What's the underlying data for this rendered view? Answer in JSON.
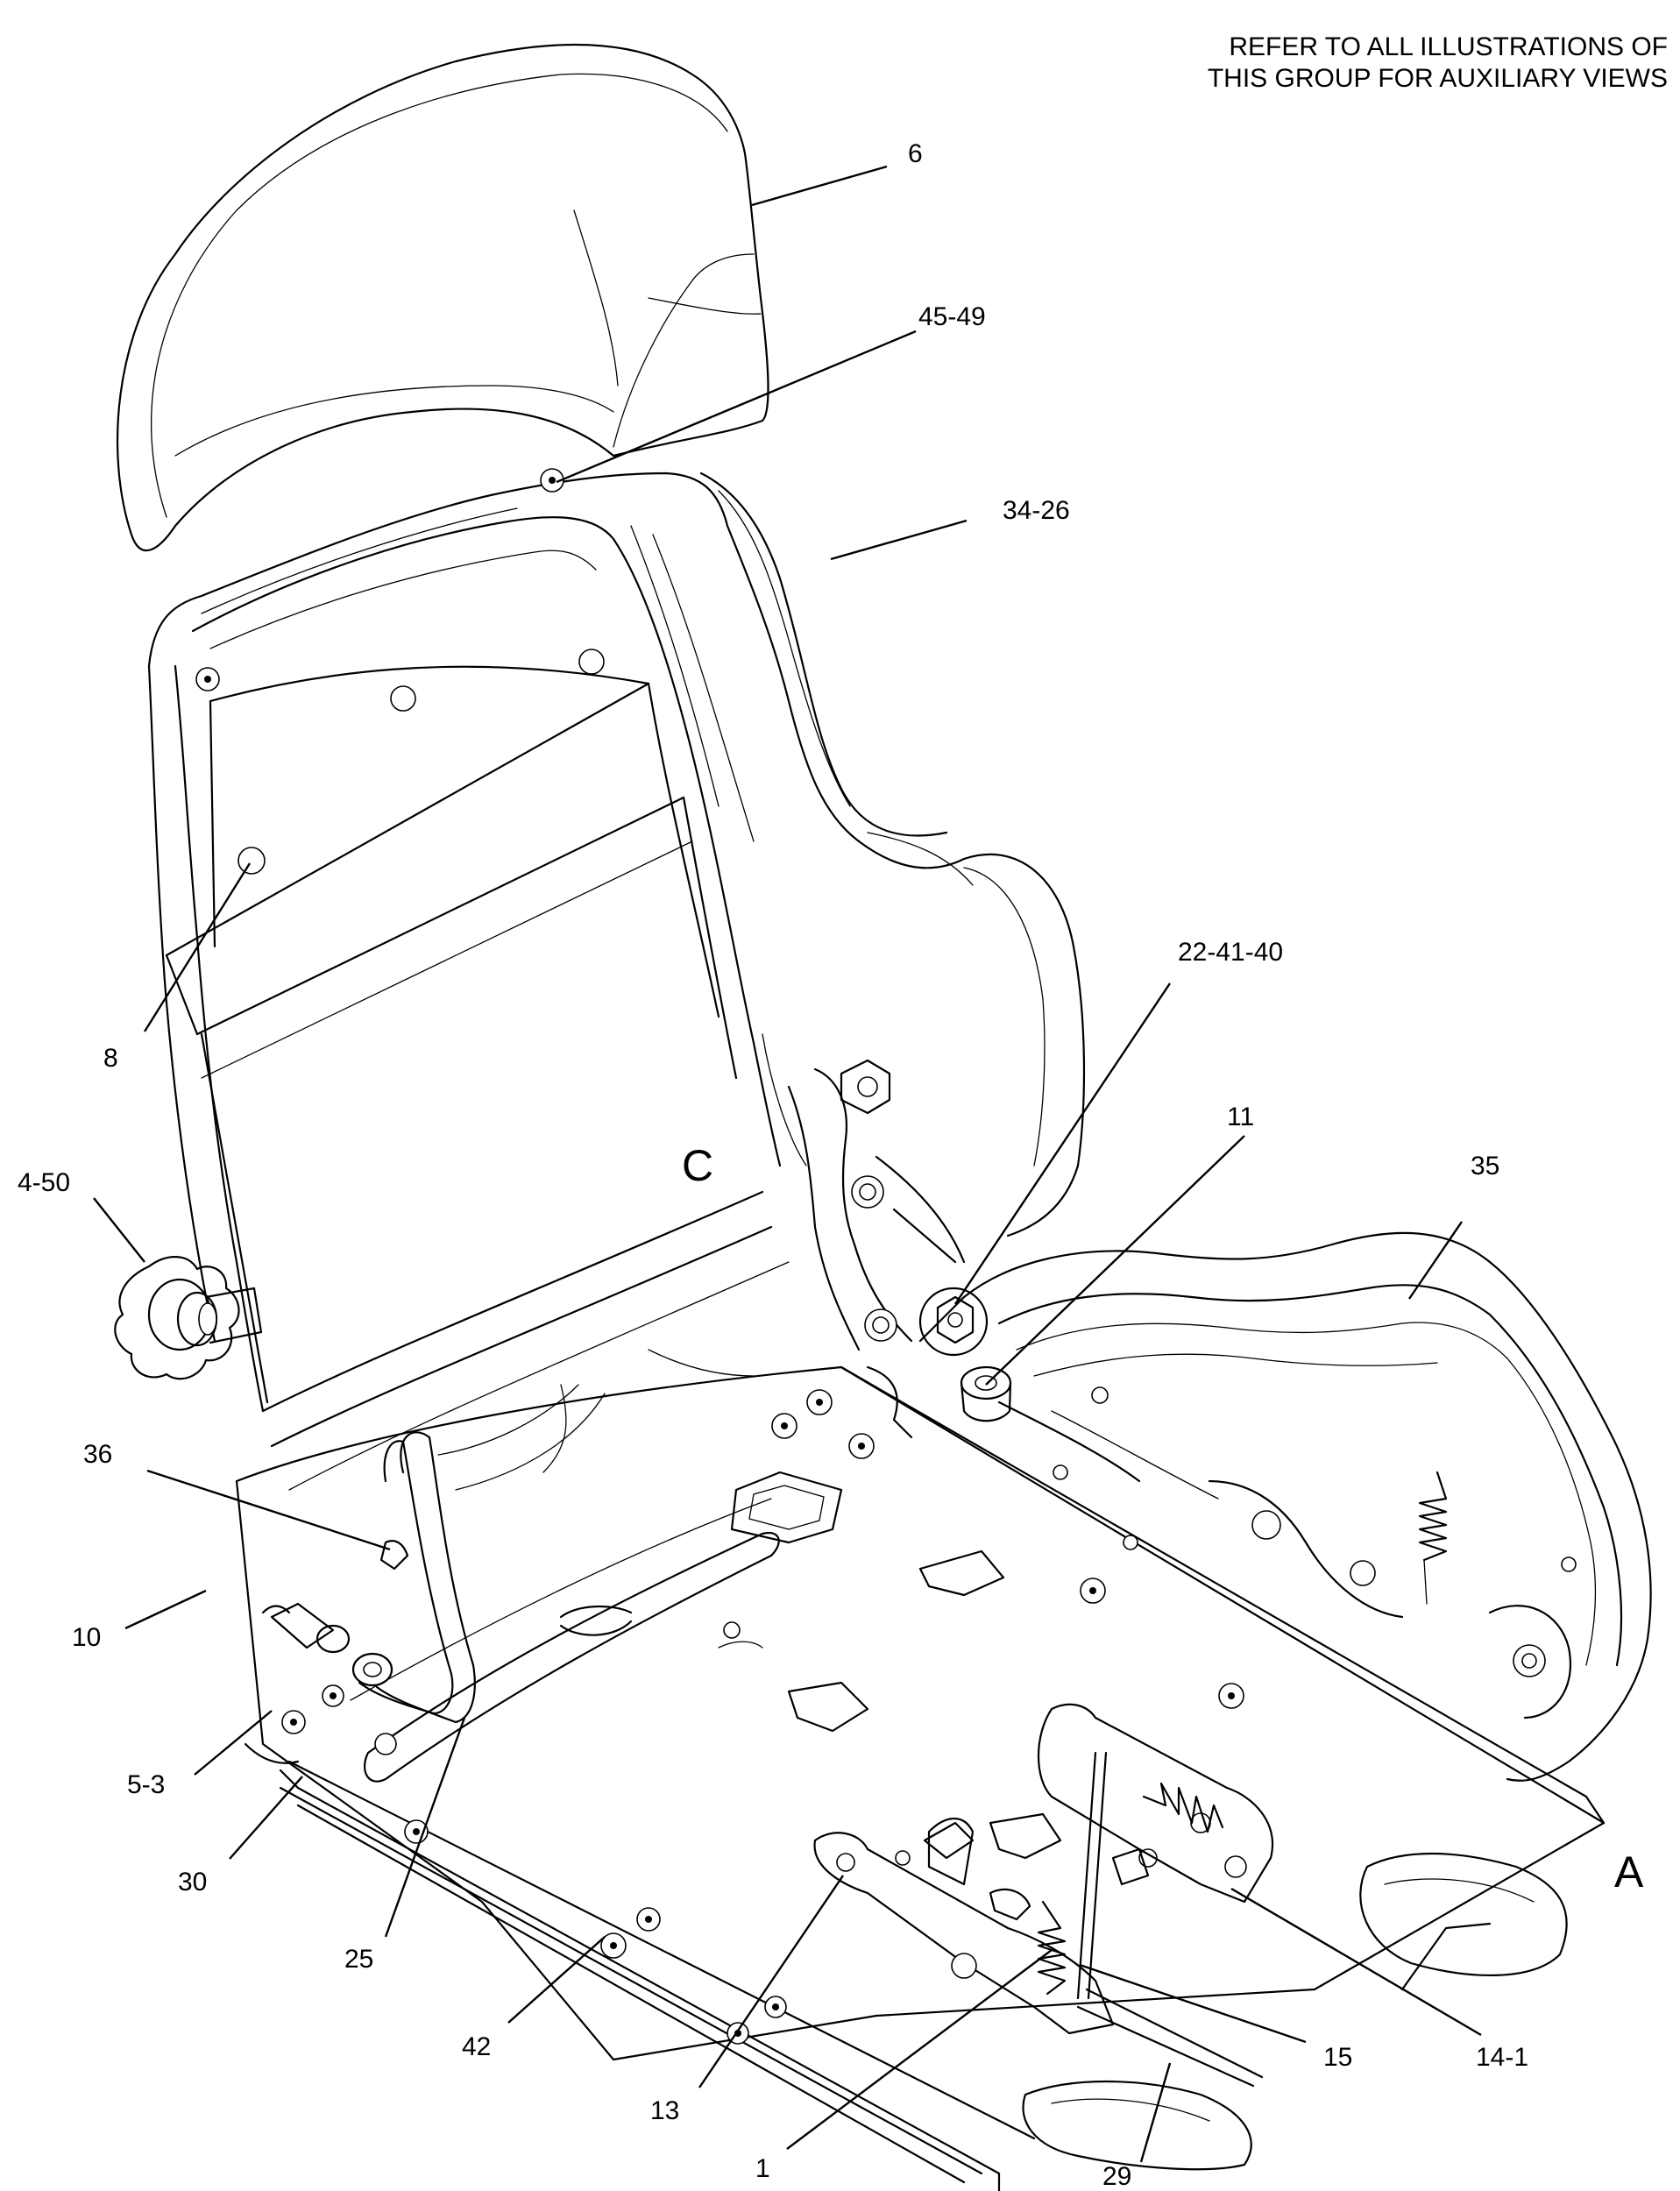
{
  "note": {
    "line1": "REFER TO ALL ILLUSTRATIONS OF",
    "line2": "THIS GROUP FOR AUXILIARY VIEWS"
  },
  "view_labels": [
    {
      "id": "view-a",
      "text": "A"
    },
    {
      "id": "view-c",
      "text": "C"
    }
  ],
  "callouts": [
    {
      "id": "6",
      "text": "6"
    },
    {
      "id": "45-49",
      "text": "45-49"
    },
    {
      "id": "34-26",
      "text": "34-26"
    },
    {
      "id": "8",
      "text": "8"
    },
    {
      "id": "22-41-40",
      "text": "22-41-40"
    },
    {
      "id": "11",
      "text": "11"
    },
    {
      "id": "35",
      "text": "35"
    },
    {
      "id": "4-50",
      "text": "4-50"
    },
    {
      "id": "36",
      "text": "36"
    },
    {
      "id": "10",
      "text": "10"
    },
    {
      "id": "5-3",
      "text": "5-3"
    },
    {
      "id": "30",
      "text": "30"
    },
    {
      "id": "25",
      "text": "25"
    },
    {
      "id": "42",
      "text": "42"
    },
    {
      "id": "13",
      "text": "13"
    },
    {
      "id": "1",
      "text": "1"
    },
    {
      "id": "29",
      "text": "29"
    },
    {
      "id": "15",
      "text": "15"
    },
    {
      "id": "14-1",
      "text": "14-1"
    }
  ]
}
